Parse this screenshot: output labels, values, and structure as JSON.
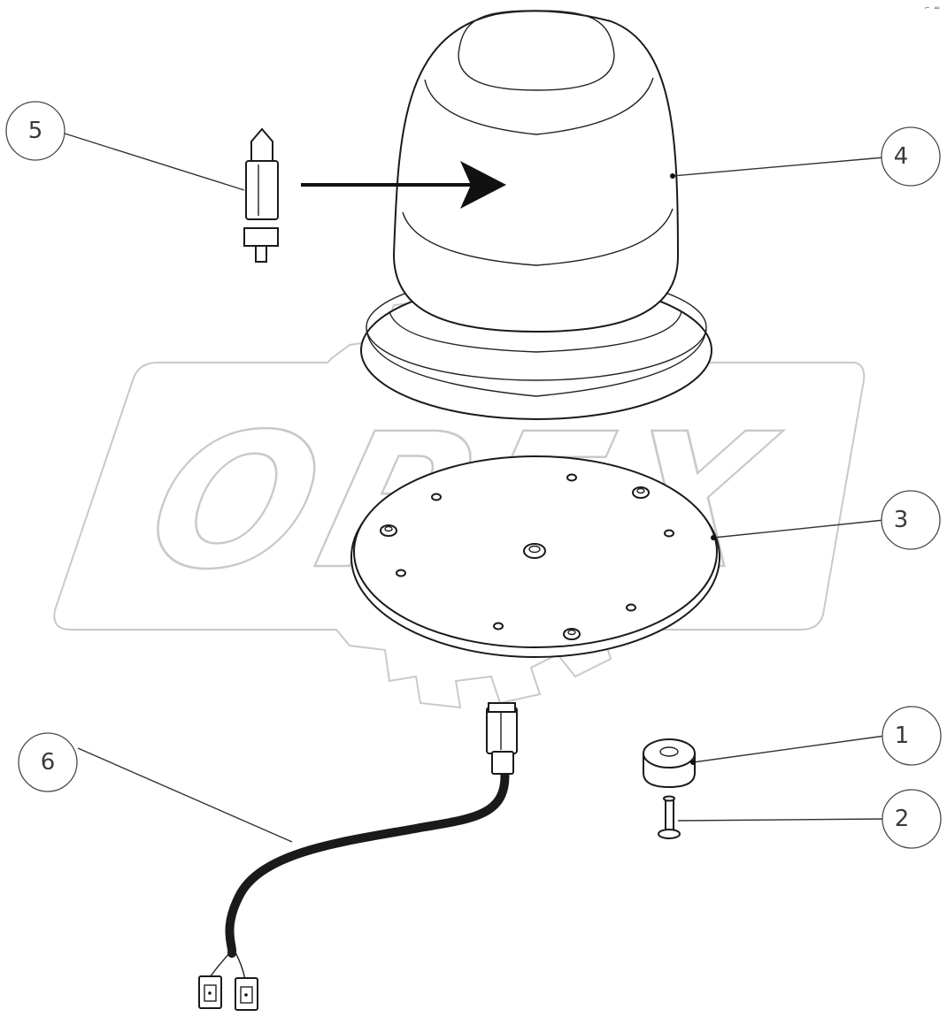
{
  "watermark": {
    "text": "OPEX"
  },
  "corner_mark": "⌐ ═",
  "callouts": [
    {
      "id": "c1",
      "label": "1",
      "part": "spacer"
    },
    {
      "id": "c2",
      "label": "2",
      "part": "bolt"
    },
    {
      "id": "c3",
      "label": "3",
      "part": "base-plate"
    },
    {
      "id": "c4",
      "label": "4",
      "part": "beacon-dome"
    },
    {
      "id": "c5",
      "label": "5",
      "part": "bulb"
    },
    {
      "id": "c6",
      "label": "6",
      "part": "wiring-harness"
    }
  ],
  "colors": {
    "line": "#1a1a1a",
    "watermark": "#c9c9c9",
    "callout": "#4a4a4a"
  }
}
